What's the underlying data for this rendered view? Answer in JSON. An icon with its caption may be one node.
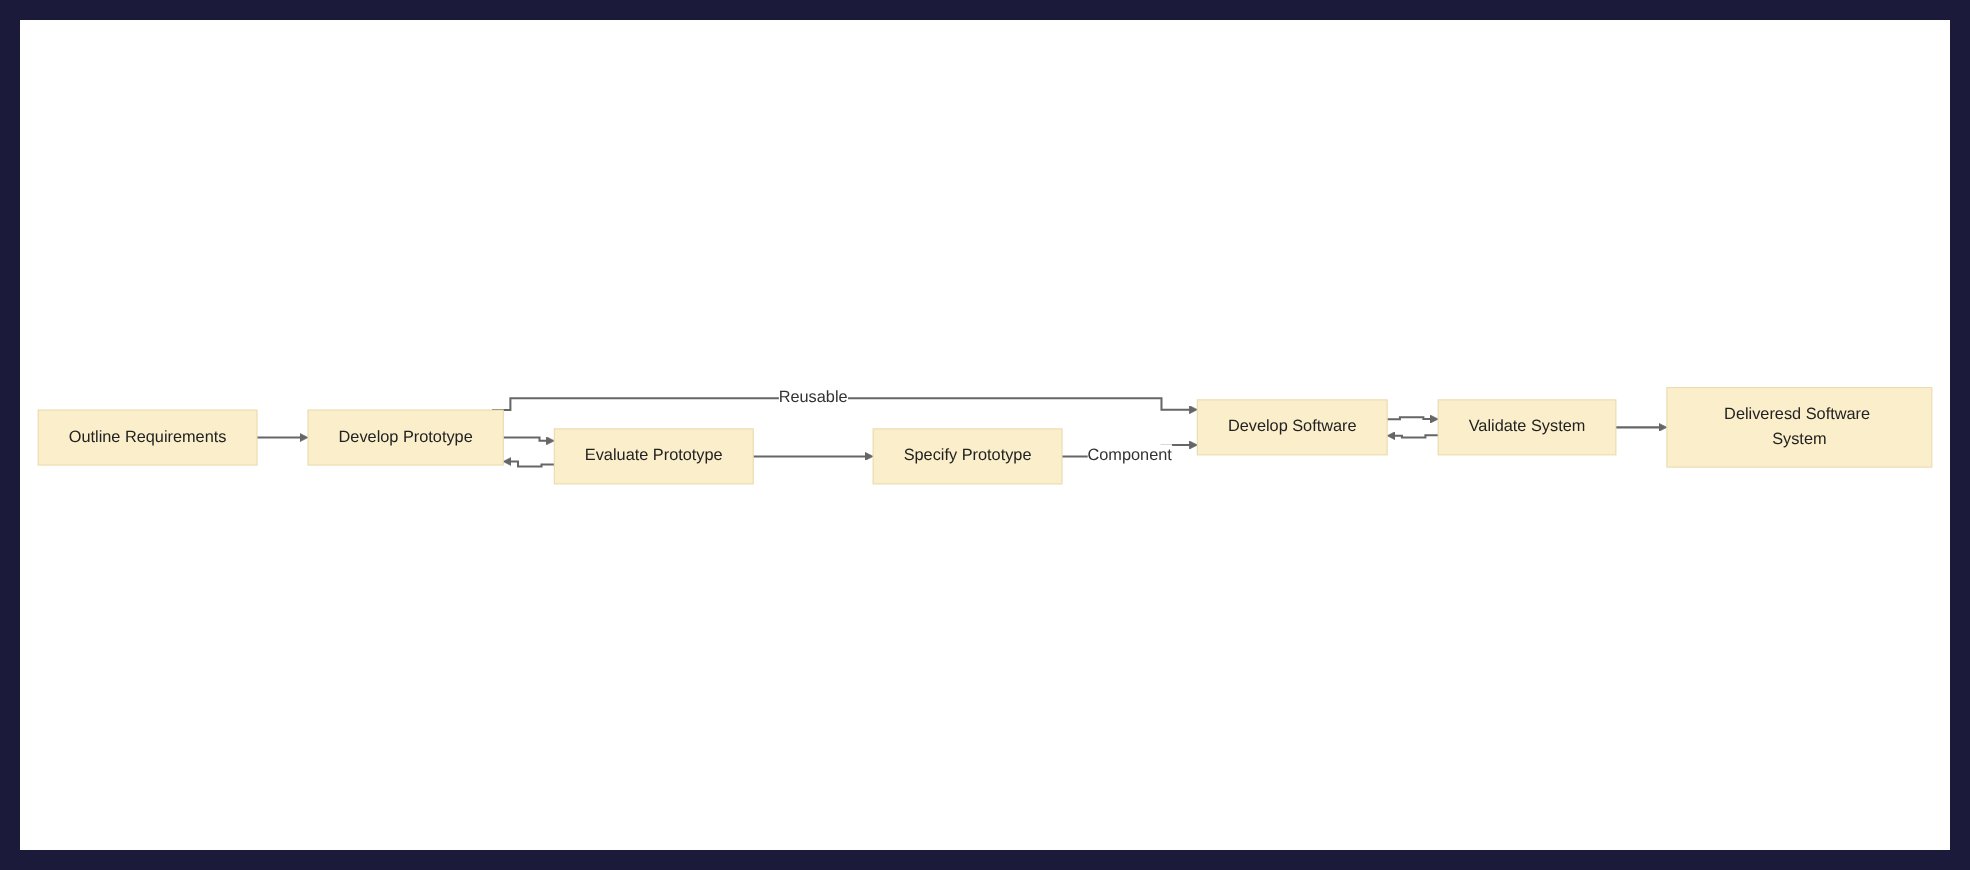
{
  "diagram": {
    "nodes": [
      {
        "text": [
          "Outline Requirements"
        ]
      },
      {
        "text": [
          "Develop Prototype"
        ]
      },
      {
        "text": [
          "Evaluate Prototype"
        ]
      },
      {
        "text": [
          "Specify Prototype"
        ]
      },
      {
        "text": [
          "Develop Software"
        ]
      },
      {
        "text": [
          "Validate System"
        ]
      },
      {
        "text": [
          "Deliveresd Software System"
        ]
      }
    ],
    "edges": [
      {
        "from": 0,
        "to": 1,
        "arrow": "to"
      },
      {
        "from": 1,
        "to": 2,
        "arrow": "to"
      },
      {
        "from": 2,
        "to": 3,
        "arrow": "to"
      },
      {
        "from": 2,
        "to": 1,
        "arrow": "to"
      },
      {
        "from": 1,
        "to": 4,
        "arrow": "to",
        "label": "Reusable"
      },
      {
        "from": 3,
        "to": 4,
        "arrow": "to",
        "label": "Component"
      },
      {
        "from": 4,
        "to": 5,
        "arrow": "to"
      },
      {
        "from": 5,
        "to": 6,
        "arrow": "to"
      },
      {
        "from": 5,
        "to": 4,
        "arrow": "to"
      }
    ]
  }
}
